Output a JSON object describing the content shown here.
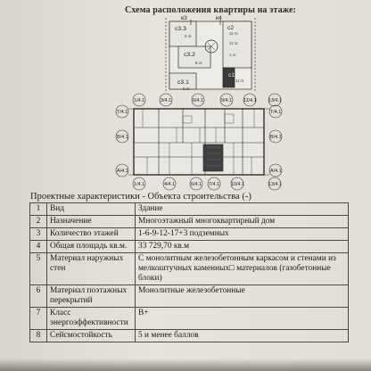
{
  "header": {
    "title": "Схема расположения квартиры на этаже:"
  },
  "scheme": {
    "sections": {
      "k3": "к3",
      "k4": "к4",
      "c33": "с3.3",
      "c2": "с2",
      "c32": "с3.2",
      "c1": "с1",
      "c31": "с3.1"
    },
    "sizes": {
      "c33": "6 эт.",
      "c2a": "11 эт.",
      "c2b": "12 эт.",
      "c2c": "1 эт.",
      "c32": "6 эт.",
      "c1": "11 эт.",
      "c31": "6 эт."
    },
    "axes": {
      "top": [
        "1/4.1",
        "3/4.1",
        "6/4.1",
        "9/4.1",
        "11/4.1",
        "13/4.1"
      ],
      "left": [
        "Т/4.1",
        "В/4.1",
        "А/4.1"
      ],
      "right": [
        "Т/4.1",
        "В/4.1",
        "А/4.1"
      ],
      "bottom": [
        "1/4.1",
        "4/4.1",
        "6/4.1",
        "7/4.1",
        "10/4.1",
        "13/4.1"
      ]
    },
    "accent_color": "#3a3a3a"
  },
  "properties": {
    "caption": "Проектные характеристики - Объекта строительства (-)",
    "rows": [
      {
        "n": "1",
        "key": "Вид",
        "value": "Здание"
      },
      {
        "n": "2",
        "key": "Назначение",
        "value": "Многоэтажный многоквартирный дом"
      },
      {
        "n": "3",
        "key": "Количество этажей",
        "value": "1-6-9-12-17+3 подземных"
      },
      {
        "n": "4",
        "key": "Общая площадь кв.м.",
        "value": "33 729,70 кв.м"
      },
      {
        "n": "5",
        "key": "Материал наружных стен",
        "value": "С монолитным железобетонным каркасом и стенами из мелкоштучных каменных□ материалов (газобетонные блоки)"
      },
      {
        "n": "6",
        "key": "Материал поэтажных перекрытий",
        "value": "Монолитные железобетонные"
      },
      {
        "n": "7",
        "key": "Класс энергоэффективности",
        "value": "B+"
      },
      {
        "n": "8",
        "key": "Сейсмостойкость",
        "value": "5 и менее баллов"
      }
    ]
  }
}
